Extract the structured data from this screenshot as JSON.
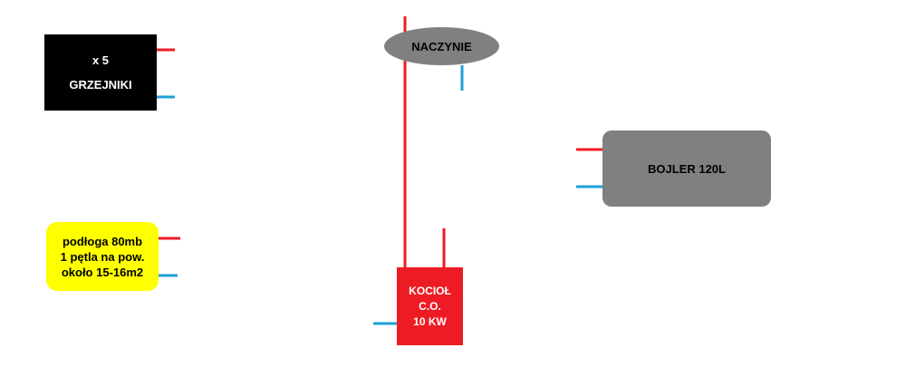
{
  "colors": {
    "hot_pipe": "#ed1c24",
    "cold_pipe": "#1ea0d6",
    "radiators_fill": "#000000",
    "vessel_fill": "#808080",
    "boiler_fill": "#808080",
    "floor_fill": "#ffff00",
    "furnace_fill": "#ed1c24"
  },
  "radiators": {
    "count": "x 5",
    "label": "GRZEJNIKI"
  },
  "expansion_vessel": {
    "label": "NACZYNIE"
  },
  "water_heater": {
    "label": "BOJLER 120L"
  },
  "underfloor_heating": {
    "lines": [
      "podłoga 80mb",
      "1 pętla na pow.",
      "około 15-16m2"
    ]
  },
  "furnace": {
    "lines": [
      "KOCIOŁ",
      "C.O.",
      "10 KW"
    ]
  }
}
